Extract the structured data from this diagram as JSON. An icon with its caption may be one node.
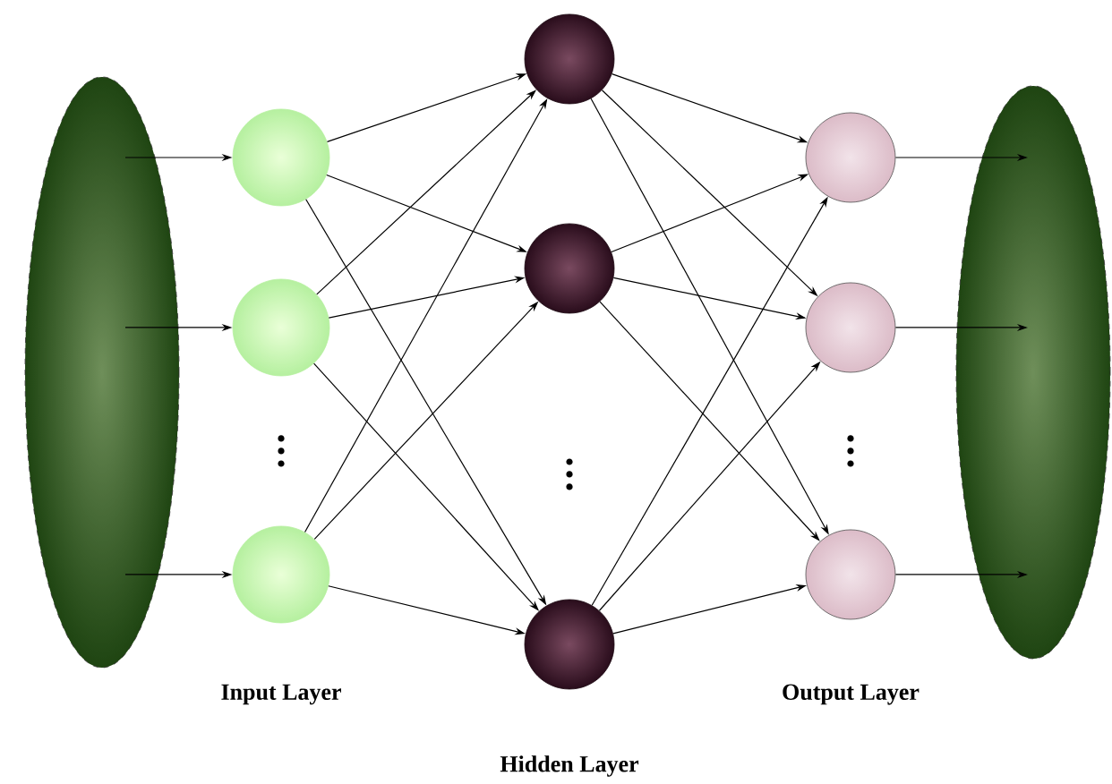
{
  "diagram": {
    "nodes": [
      {
        "text": [],
        "shape": "ellipse"
      },
      {
        "text": [],
        "shape": "circle"
      },
      {
        "text": [],
        "shape": "circle"
      },
      {
        "text": [],
        "shape": "circle"
      },
      {
        "text": [],
        "shape": "circle"
      },
      {
        "text": [],
        "shape": "circle"
      },
      {
        "text": [],
        "shape": "circle"
      },
      {
        "text": [],
        "shape": "circle"
      },
      {
        "text": [],
        "shape": "circle"
      },
      {
        "text": [],
        "shape": "circle"
      },
      {
        "text": [],
        "shape": "ellipse"
      }
    ],
    "edges": [
      {
        "from": 0,
        "to": 1,
        "arrow": "to"
      },
      {
        "from": 0,
        "to": 2,
        "arrow": "to"
      },
      {
        "from": 0,
        "to": 3,
        "arrow": "to"
      },
      {
        "from": 1,
        "to": 4,
        "arrow": "to"
      },
      {
        "from": 1,
        "to": 5,
        "arrow": "to"
      },
      {
        "from": 1,
        "to": 6,
        "arrow": "to"
      },
      {
        "from": 2,
        "to": 4,
        "arrow": "to"
      },
      {
        "from": 2,
        "to": 5,
        "arrow": "to"
      },
      {
        "from": 2,
        "to": 6,
        "arrow": "to"
      },
      {
        "from": 3,
        "to": 4,
        "arrow": "to"
      },
      {
        "from": 3,
        "to": 5,
        "arrow": "to"
      },
      {
        "from": 3,
        "to": 6,
        "arrow": "to"
      },
      {
        "from": 4,
        "to": 7,
        "arrow": "to"
      },
      {
        "from": 4,
        "to": 8,
        "arrow": "to"
      },
      {
        "from": 4,
        "to": 9,
        "arrow": "to"
      },
      {
        "from": 5,
        "to": 7,
        "arrow": "to"
      },
      {
        "from": 5,
        "to": 8,
        "arrow": "to"
      },
      {
        "from": 5,
        "to": 9,
        "arrow": "to"
      },
      {
        "from": 6,
        "to": 7,
        "arrow": "to"
      },
      {
        "from": 6,
        "to": 8,
        "arrow": "to"
      },
      {
        "from": 6,
        "to": 9,
        "arrow": "to"
      },
      {
        "from": 7,
        "to": 10,
        "arrow": "to"
      },
      {
        "from": 8,
        "to": 10,
        "arrow": "to"
      },
      {
        "from": 9,
        "to": 10,
        "arrow": "to"
      }
    ],
    "labels": [
      "Input Layer",
      "Output Layer",
      "Hidden Layer"
    ]
  }
}
